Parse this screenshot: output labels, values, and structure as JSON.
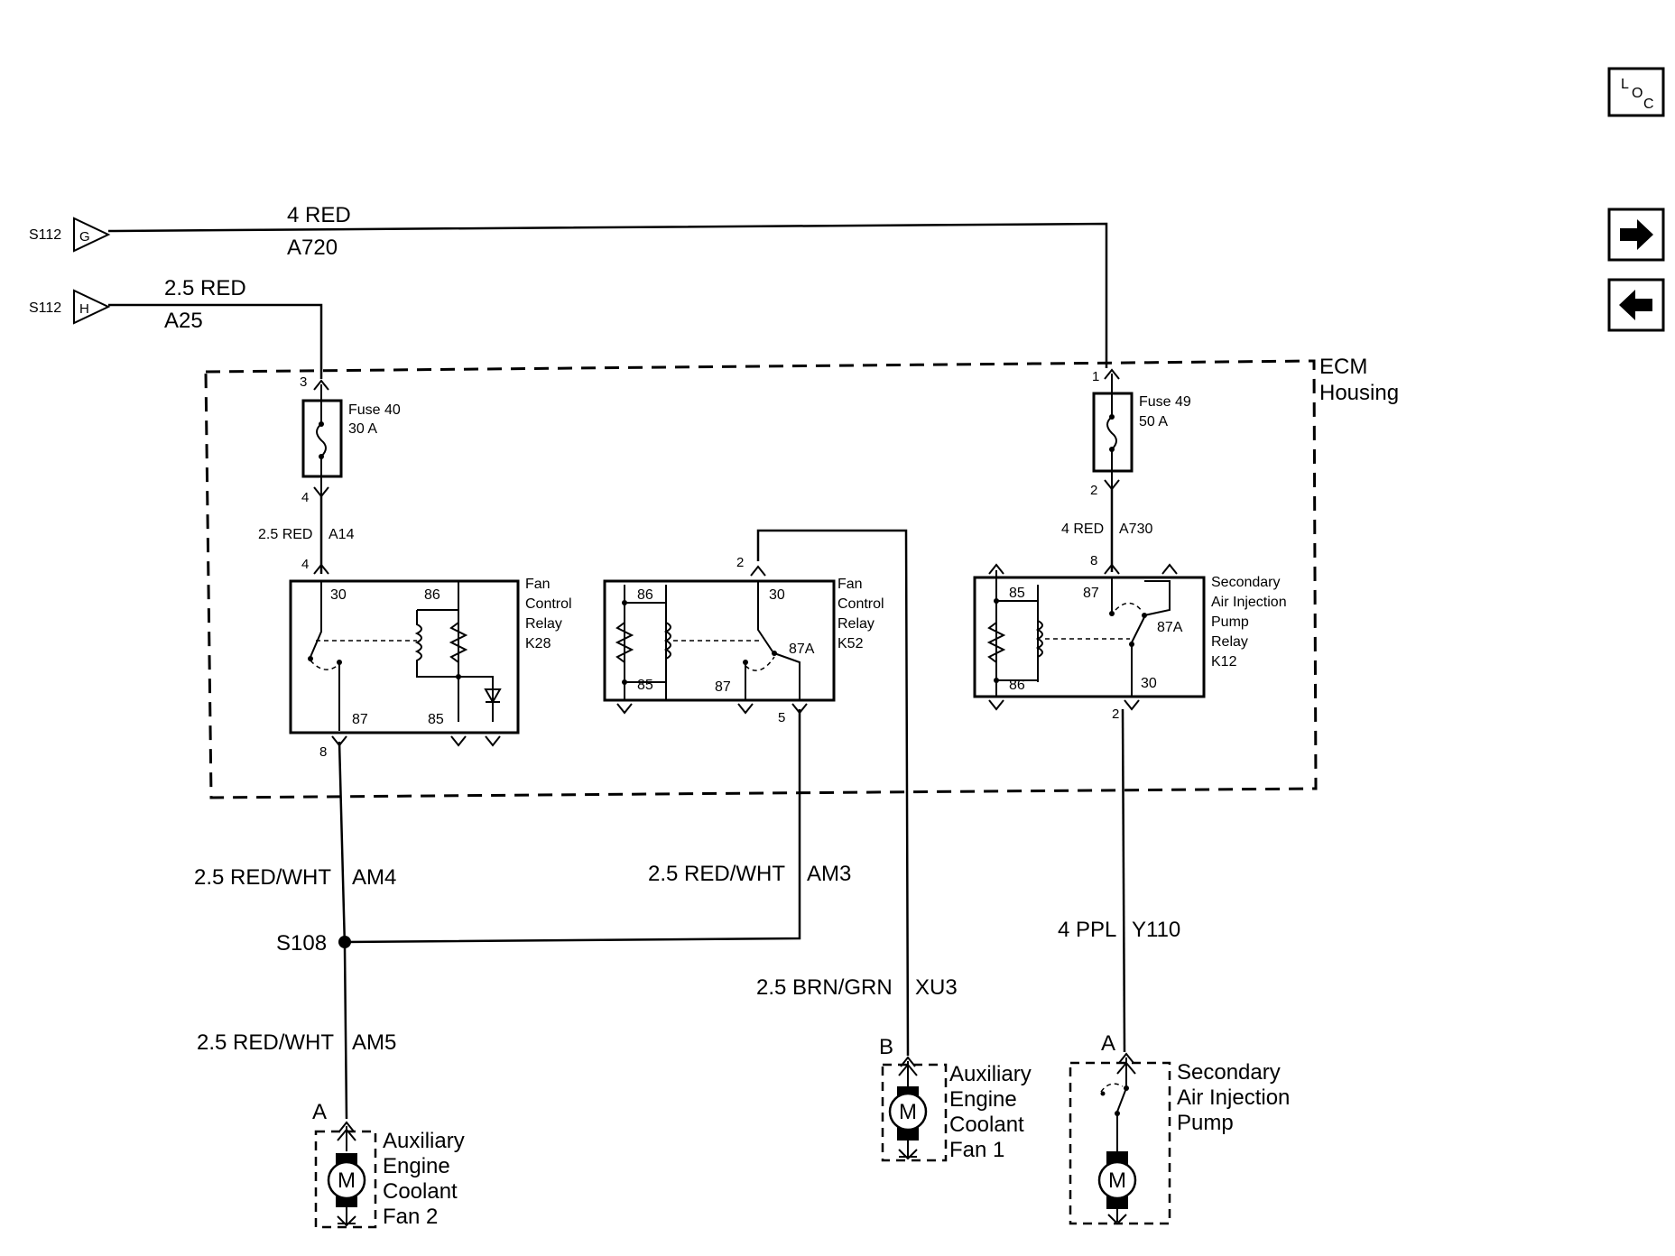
{
  "nav": {
    "loc_l": "L",
    "loc_o": "O",
    "loc_c": "C",
    "next_glyph": "➡",
    "prev_glyph": "⬅",
    "loc_icon": "location-icon",
    "next_icon": "arrow-right-icon",
    "prev_icon": "arrow-left-icon"
  },
  "connectors": {
    "g": {
      "splice": "S112",
      "pin": "G",
      "wire_size_color": "4 RED",
      "circuit": "A720"
    },
    "h": {
      "splice": "S112",
      "pin": "H",
      "wire_size_color": "2.5 RED",
      "circuit": "A25"
    }
  },
  "ecm_housing": {
    "line1": "ECM",
    "line2": "Housing"
  },
  "fuse40": {
    "name": "Fuse 40",
    "rating": "30 A",
    "pin_in": "3",
    "pin_out": "4"
  },
  "fuse49": {
    "name": "Fuse 49",
    "rating": "50 A",
    "pin_in": "1",
    "pin_out": "2"
  },
  "wires": {
    "a14": "2.5 RED",
    "a14_circuit": "A14",
    "a730": "4 RED",
    "a730_circuit": "A730",
    "am4": "2.5 RED/WHT",
    "am4_circuit": "AM4",
    "am3": "2.5 RED/WHT",
    "am3_circuit": "AM3",
    "am5": "2.5 RED/WHT",
    "am5_circuit": "AM5",
    "xu3": "2.5 BRN/GRN",
    "xu3_circuit": "XU3",
    "y110": "4 PPL",
    "y110_circuit": "Y110"
  },
  "splice_s108": "S108",
  "relay_k28": {
    "l1": "Fan",
    "l2": "Control",
    "l3": "Relay",
    "l4": "K28",
    "t30": "30",
    "t86": "86",
    "t87": "87",
    "t85": "85",
    "pin_in": "4",
    "pin_out": "8"
  },
  "relay_k52": {
    "l1": "Fan",
    "l2": "Control",
    "l3": "Relay",
    "l4": "K52",
    "t86": "86",
    "t30": "30",
    "t87a": "87A",
    "t85": "85",
    "t87": "87",
    "pin_in": "2",
    "pin_out": "5"
  },
  "relay_k12": {
    "l1": "Secondary",
    "l2": "Air Injection",
    "l3": "Pump",
    "l4": "Relay",
    "l5": "K12",
    "t85": "85",
    "t87": "87",
    "t87a": "87A",
    "t86": "86",
    "t30": "30",
    "pin_in": "8",
    "pin_out": "2"
  },
  "fan2": {
    "pin": "A",
    "motor": "M",
    "l1": "Auxiliary",
    "l2": "Engine",
    "l3": "Coolant",
    "l4": "Fan 2"
  },
  "fan1": {
    "pin": "B",
    "motor": "M",
    "l1": "Auxiliary",
    "l2": "Engine",
    "l3": "Coolant",
    "l4": "Fan 1"
  },
  "pump": {
    "pin": "A",
    "motor": "M",
    "l1": "Secondary",
    "l2": "Air Injection",
    "l3": "Pump"
  }
}
